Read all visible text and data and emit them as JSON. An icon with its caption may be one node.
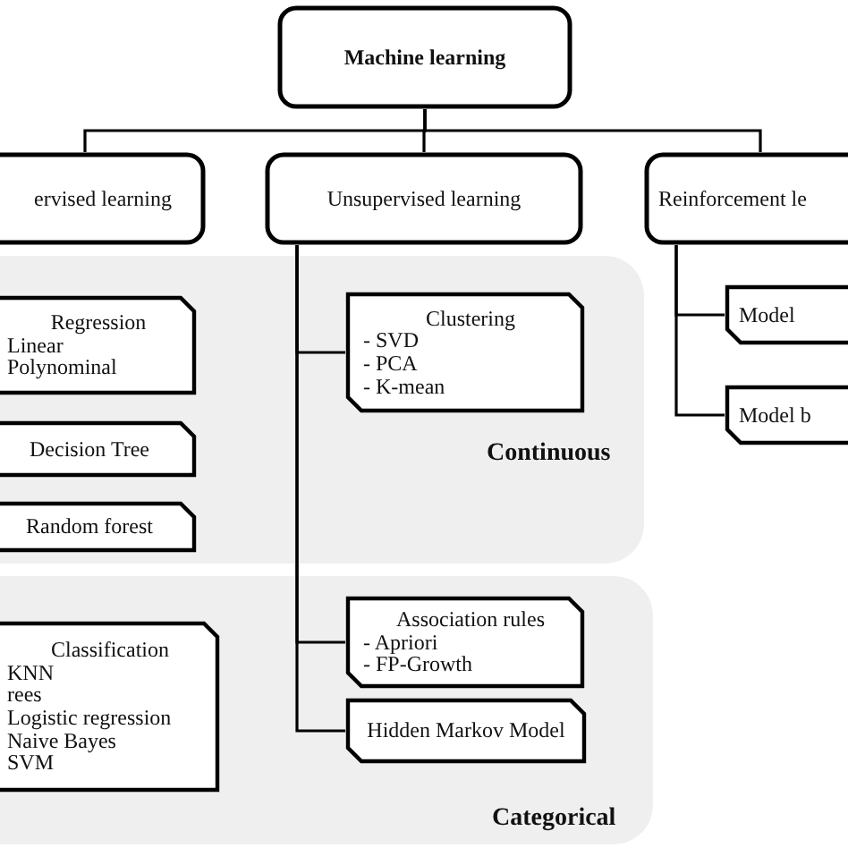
{
  "diagram": {
    "nodes": [
      {
        "text": [
          "Machine learning"
        ]
      },
      {
        "text": [
          "ervised learning"
        ]
      },
      {
        "text": [
          "Unsupervised learning"
        ]
      },
      {
        "text": [
          "Reinforcement le"
        ]
      },
      {
        "text": [
          "Continuous"
        ]
      },
      {
        "text": [
          "Regression",
          "Linear",
          "Polynominal"
        ],
        "in": 4
      },
      {
        "text": [
          "Decision Tree"
        ],
        "in": 4
      },
      {
        "text": [
          "Random forest"
        ],
        "in": 4
      },
      {
        "text": [
          "Clustering",
          "- SVD",
          "- PCA",
          "- K-mean"
        ],
        "in": 4
      },
      {
        "text": [
          "Model"
        ]
      },
      {
        "text": [
          "Model b"
        ]
      },
      {
        "text": [
          "Categorical"
        ]
      },
      {
        "text": [
          "Classification",
          "KNN",
          "rees",
          "Logistic regression",
          "Naive Bayes",
          "SVM"
        ],
        "in": 11
      },
      {
        "text": [
          "Association rules",
          "- Apriori",
          "- FP-Growth"
        ],
        "in": 11
      },
      {
        "text": [
          "Hidden Markov Model"
        ],
        "in": 11
      }
    ],
    "edges": [
      {
        "from": 0,
        "to": 1,
        "arrow": "none"
      },
      {
        "from": 0,
        "to": 2,
        "arrow": "none"
      },
      {
        "from": 0,
        "to": 3,
        "arrow": "none"
      },
      {
        "from": 2,
        "to": 8,
        "arrow": "none"
      },
      {
        "from": 2,
        "to": 13,
        "arrow": "none"
      },
      {
        "from": 2,
        "to": 14,
        "arrow": "none"
      },
      {
        "from": 3,
        "to": 9,
        "arrow": "none"
      },
      {
        "from": 3,
        "to": 10,
        "arrow": "none"
      }
    ]
  }
}
